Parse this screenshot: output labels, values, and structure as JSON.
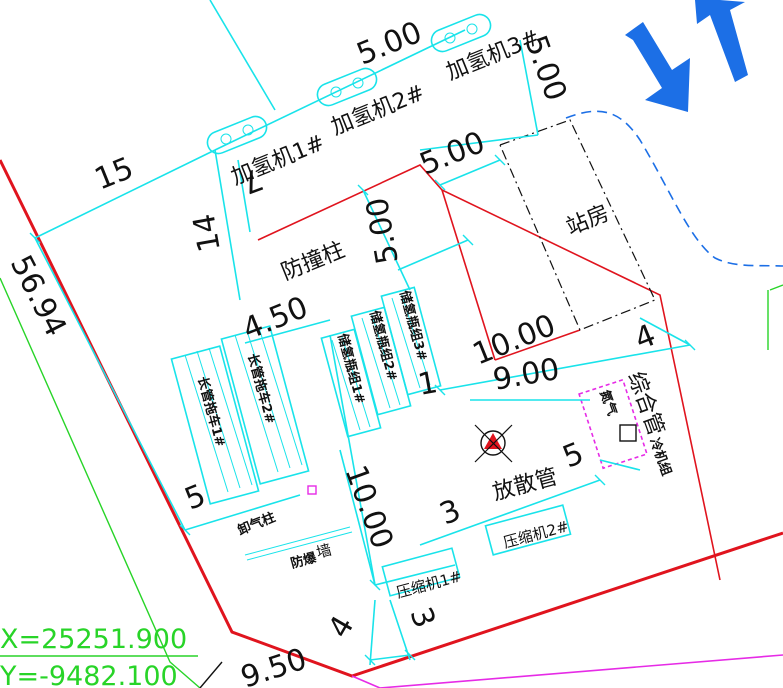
{
  "labels": {
    "dispenser1": "加氢机1#",
    "dispenser2": "加氢机2#",
    "dispenser3": "加氢机3#",
    "crash_post": "防撞柱",
    "station_house": "站房",
    "vent_pipe": "放散管",
    "compressor1": "压缩机1#",
    "compressor2": "压缩机2#",
    "unloading_post": "卸气柱",
    "blast_wall_a": "防爆",
    "blast_wall_b": "墙",
    "storage1": "储氢瓶组1#",
    "storage2": "储氢瓶组2#",
    "storage3": "储氢瓶组3#",
    "tube_trailer1": "长管拖车1#",
    "tube_trailer2": "长管拖车2#",
    "control_area_a": "综合管",
    "control_area_b": "氮气",
    "control_area_c": "冷机组"
  },
  "dimensions": {
    "d_5_00_top": "5.00",
    "d_5_00_right": "5.00",
    "d_5_00_mid": "5.00",
    "d_5_00_stack": "5.00",
    "d_15": "15",
    "d_14": "14",
    "d_7": "7",
    "d_4_50": "4.50",
    "d_10_00_right": "10.00",
    "d_9_00": "9.00",
    "d_4": "4",
    "d_1": "1",
    "d_5_right": "5",
    "d_5_left": "5",
    "d_10_00_bottom": "10.00",
    "d_3": "3",
    "d_4_bottom": "4",
    "d_3_bottom": "3",
    "d_56_94": "56.94",
    "d_9_50": "9.50"
  },
  "coordinates": {
    "x_text": "X=25251.900",
    "y_text": "Y=-9482.100"
  },
  "colors": {
    "cyan": "#19e3ea",
    "red": "#e0141e",
    "green": "#28d428",
    "magenta": "#e62be6",
    "blue_arrow": "#1c6fe6"
  }
}
